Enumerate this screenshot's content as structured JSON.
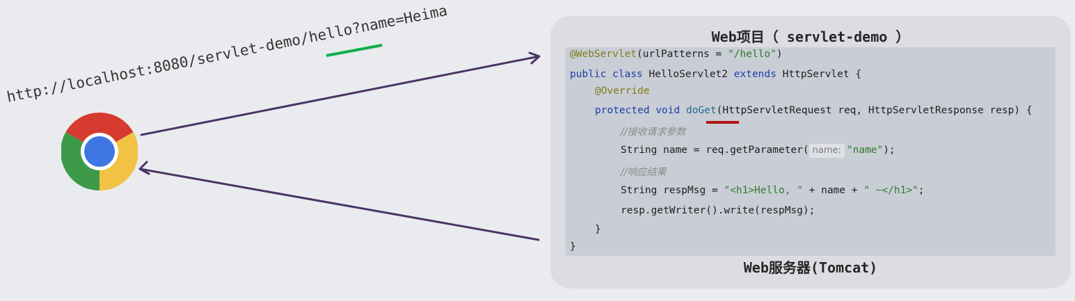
{
  "request_url": "http://localhost:8080/servlet-demo/hello?name=Heima",
  "server": {
    "project_title": "Web项目（ servlet-demo ）",
    "label": "Web服务器(Tomcat)"
  },
  "code": {
    "annotation": "@WebServlet",
    "annotation_args_open": "(urlPatterns = ",
    "url_pattern": "\"/hello\"",
    "annotation_args_close": ")",
    "kw_public": "public",
    "kw_class": "class",
    "class_name": "HelloServlet2",
    "kw_extends": "extends",
    "superclass": "HttpServlet {",
    "override": "@Override",
    "kw_protected": "protected",
    "kw_void": "void",
    "method_name": "doGet",
    "method_params": "(HttpServletRequest req, HttpServletResponse resp) {",
    "comment_receive": "//接收请求参数",
    "line_name_prefix": "String name = req.getParameter(",
    "param_hint": "name:",
    "param_value": "\"name\"",
    "line_name_suffix": ");",
    "comment_respond": "//响应结果",
    "line_msg_prefix": "String respMsg = ",
    "msg_string1": "\"<h1>Hello, \"",
    "msg_concat": " + name + ",
    "msg_string2": "\" ~</h1>\"",
    "msg_end": ";",
    "line_write": "resp.getWriter().write(respMsg);",
    "close_method": "}",
    "close_class": "}"
  },
  "colors": {
    "arrow": "#4a3563",
    "hello_underline": "#0fae4b",
    "doget_underline": "#b41414",
    "code_background": "#c9cdd5",
    "server_panel": "#dcdde2"
  },
  "icons": {
    "browser": "chrome-icon"
  }
}
